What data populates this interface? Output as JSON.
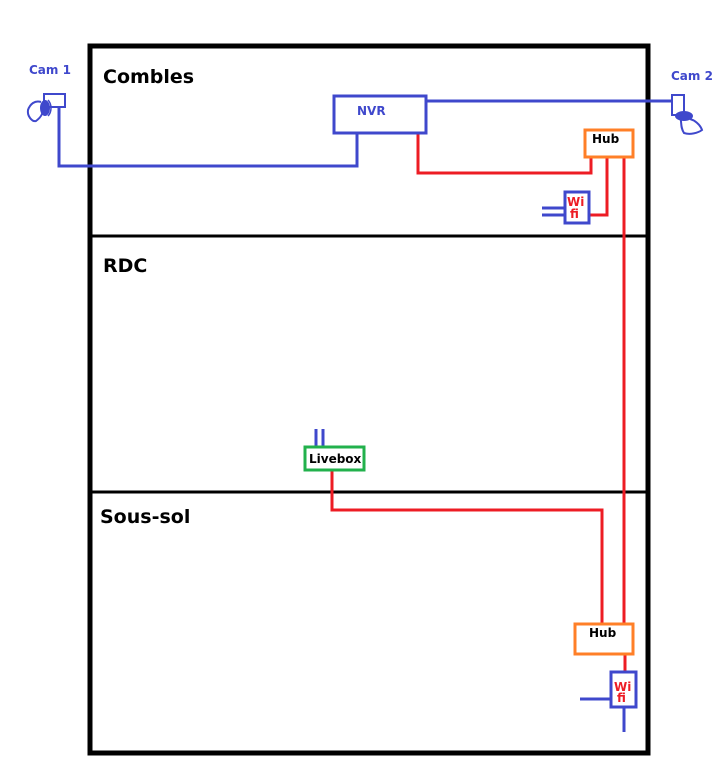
{
  "colors": {
    "wall": "#000000",
    "coax": "#3f48cc",
    "ethernet": "#ed1c24",
    "hub": "#ff7f27",
    "livebox": "#22b14c",
    "device": "#3f48cc"
  },
  "floors": [
    {
      "label": "Combles"
    },
    {
      "label": "RDC"
    },
    {
      "label": "Sous-sol"
    }
  ],
  "devices": {
    "cam1": {
      "label": "Cam 1",
      "icon": "security-camera-icon"
    },
    "cam2": {
      "label": "Cam 2",
      "icon": "security-camera-icon"
    },
    "nvr": {
      "label": "NVR"
    },
    "hub_top": {
      "label": "Hub"
    },
    "wifi_top": {
      "label_line1": "Wi",
      "label_line2": "fi"
    },
    "livebox": {
      "label": "Livebox"
    },
    "hub_bottom": {
      "label": "Hub"
    },
    "wifi_bottom": {
      "label_line1": "Wi",
      "label_line2": "fi"
    }
  }
}
